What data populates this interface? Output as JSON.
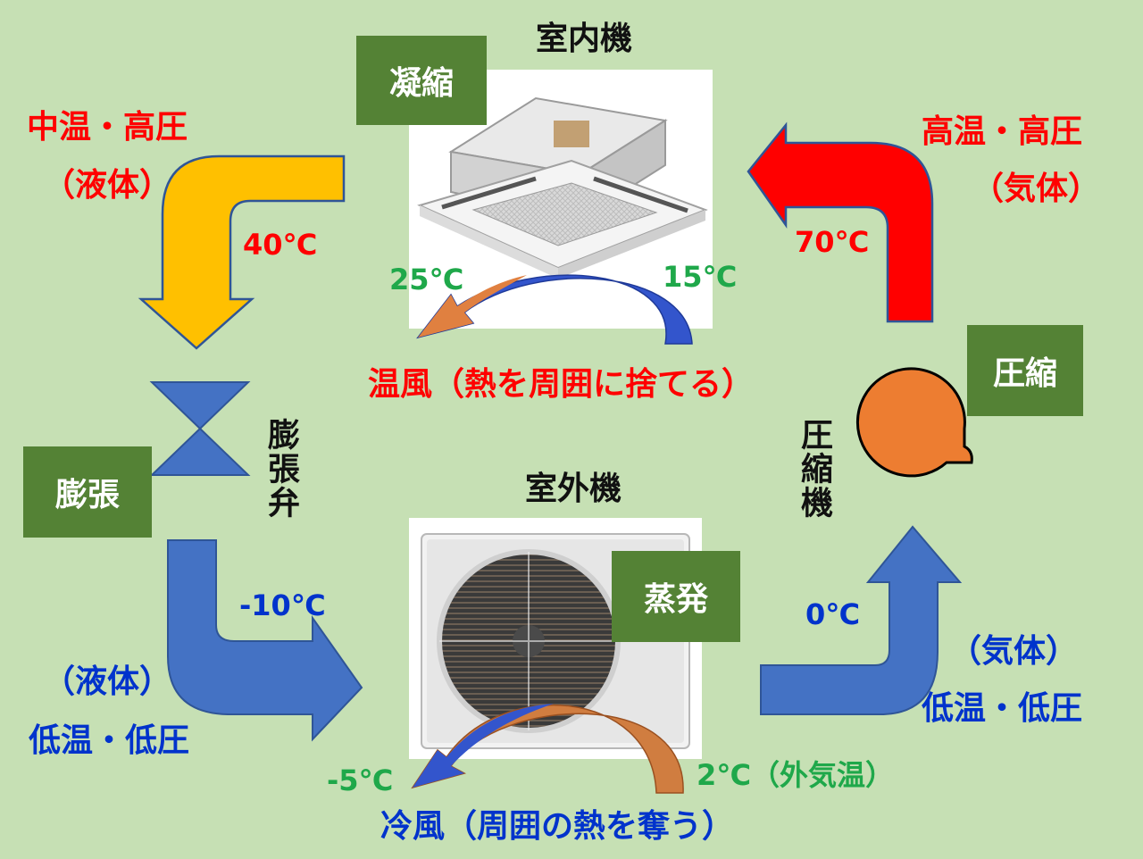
{
  "indoor_unit": {
    "title": "室内機",
    "stage": "凝縮"
  },
  "outdoor_unit": {
    "title": "室外機",
    "stage": "蒸発"
  },
  "compressor": {
    "stage": "圧縮",
    "device": "圧縮機"
  },
  "expansion": {
    "stage": "膨張",
    "device": "膨張弁"
  },
  "states": {
    "mid_temp_high_press": "中温・高圧",
    "liquid_top": "（液体）",
    "high_temp_high_press": "高温・高圧",
    "gas_top": "（気体）",
    "liquid_bottom": "（液体）",
    "low_temp_low_press_left": "低温・低圧",
    "gas_bottom": "（気体）",
    "low_temp_low_press_right": "低温・低圧"
  },
  "temperatures": {
    "t40": "40℃",
    "t70": "70℃",
    "t25": "25℃",
    "t15": "15℃",
    "tm10": "-10℃",
    "t0": "0℃",
    "tm5": "-5℃",
    "t2": "2℃（外気温）"
  },
  "airflow": {
    "warm": "温風（熱を周囲に捨てる）",
    "cold": "冷風（周囲の熱を奪う）"
  },
  "colors": {
    "background": "#c6e0b4",
    "stage_box": "#548235",
    "hot_arrow": "#ff0000",
    "warm_arrow": "#ffc000",
    "cold_arrow": "#4472c4",
    "compressor": "#ed7d31"
  },
  "icons": [
    "indoor-cassette-unit-image",
    "outdoor-unit-image",
    "expansion-valve-icon",
    "compressor-icon"
  ]
}
